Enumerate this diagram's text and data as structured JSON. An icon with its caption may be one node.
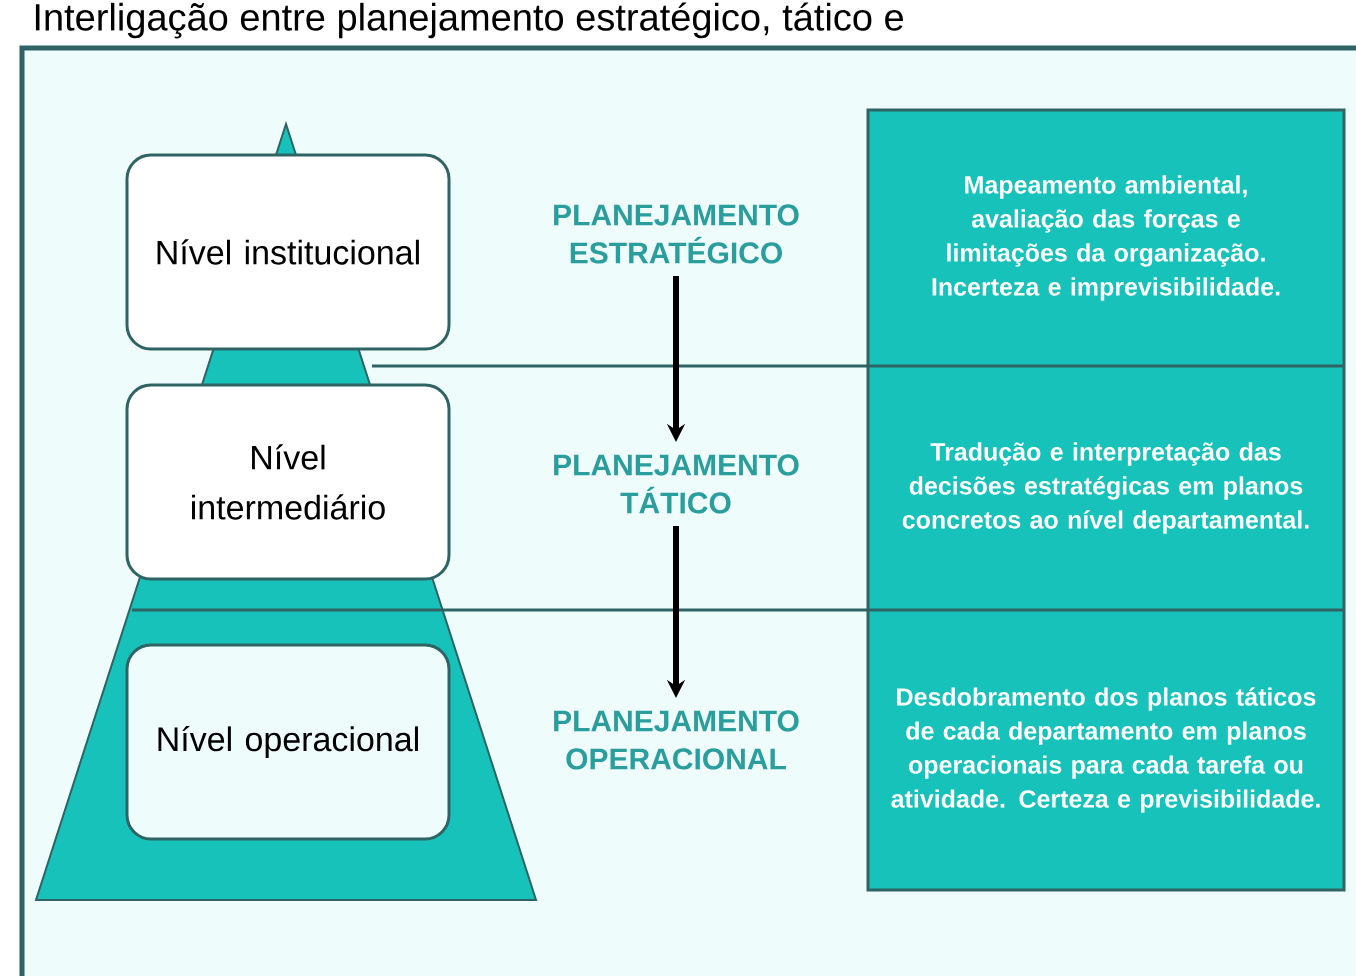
{
  "diagram": {
    "title": "Interligação entre planejamento estratégico, tático e",
    "nodes": [
      {
        "text": [
          "Nível institucional"
        ]
      },
      {
        "text": [
          "Nível intermediário"
        ]
      },
      {
        "text": [
          "Nível operacional"
        ]
      },
      {
        "text": [
          "PLANEJAMENTO ESTRATÉGICO"
        ]
      },
      {
        "text": [
          "PLANEJAMENTO TÁTICO"
        ]
      },
      {
        "text": [
          "PLANEJAMENTO OPERACIONAL"
        ]
      },
      {
        "text": [
          "Mapeamento ambiental, avaliação das forças e limitações da organização. Incerteza e imprevisibilidade."
        ]
      },
      {
        "text": [
          "Tradução e interpretação das decisões estratégicas em planos concretos ao nível departamental."
        ]
      },
      {
        "text": [
          "Desdobramento dos planos táticos de cada departamento em planos operacionais para cada tarefa ou atividade. Certeza e previsibilidade."
        ]
      }
    ],
    "edges": [
      {
        "from": 3,
        "to": 4,
        "arrow": "to"
      },
      {
        "from": 4,
        "to": 5,
        "arrow": "to"
      }
    ]
  }
}
